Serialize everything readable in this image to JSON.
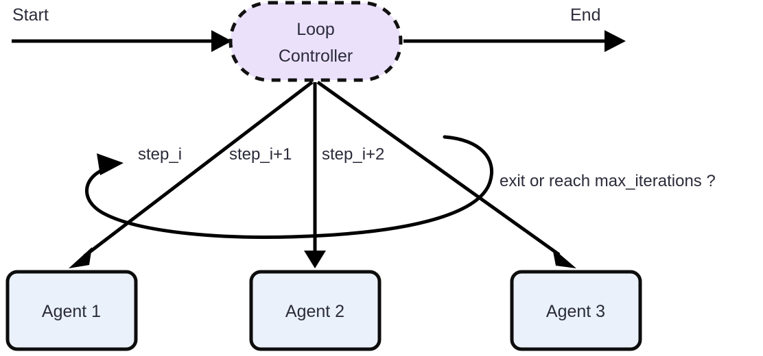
{
  "diagram": {
    "type": "flowchart",
    "title_visible": false,
    "background_color": "#ffffff",
    "nodes": [
      {
        "id": "loop_controller",
        "label_line1": "Loop",
        "label_line2": "Controller",
        "shape": "stadium-dashed",
        "fill": "#ebe1fb",
        "stroke": "#111111"
      },
      {
        "id": "agent_1",
        "label": "Agent 1",
        "shape": "rounded-rect",
        "fill": "#eaf1fb",
        "stroke": "#0d0d0d"
      },
      {
        "id": "agent_2",
        "label": "Agent 2",
        "shape": "rounded-rect",
        "fill": "#eaf1fb",
        "stroke": "#0d0d0d"
      },
      {
        "id": "agent_3",
        "label": "Agent 3",
        "shape": "rounded-rect",
        "fill": "#eaf1fb",
        "stroke": "#0d0d0d"
      }
    ],
    "termini": {
      "start_label": "Start",
      "end_label": "End"
    },
    "edges": [
      {
        "id": "start_edge",
        "label": "",
        "from": "start",
        "to": "loop_controller"
      },
      {
        "id": "end_edge",
        "label": "",
        "from": "loop_controller",
        "to": "end"
      },
      {
        "id": "edge_agent1",
        "label": "step_i",
        "from": "loop_controller",
        "to": "agent_1"
      },
      {
        "id": "edge_agent2",
        "label": "step_i+1",
        "from": "loop_controller",
        "to": "agent_2"
      },
      {
        "id": "edge_agent3",
        "label": "step_i+2",
        "from": "loop_controller",
        "to": "agent_3"
      },
      {
        "id": "edge_feedback",
        "label": "exit or reach max_iterations ?",
        "from": "agents",
        "to": "loop_controller"
      }
    ],
    "labels": {
      "step_i": "step_i",
      "step_i_plus_1": "step_i+1",
      "step_i_plus_2": "step_i+2",
      "feedback_condition": "exit or reach max_iterations ?"
    }
  }
}
